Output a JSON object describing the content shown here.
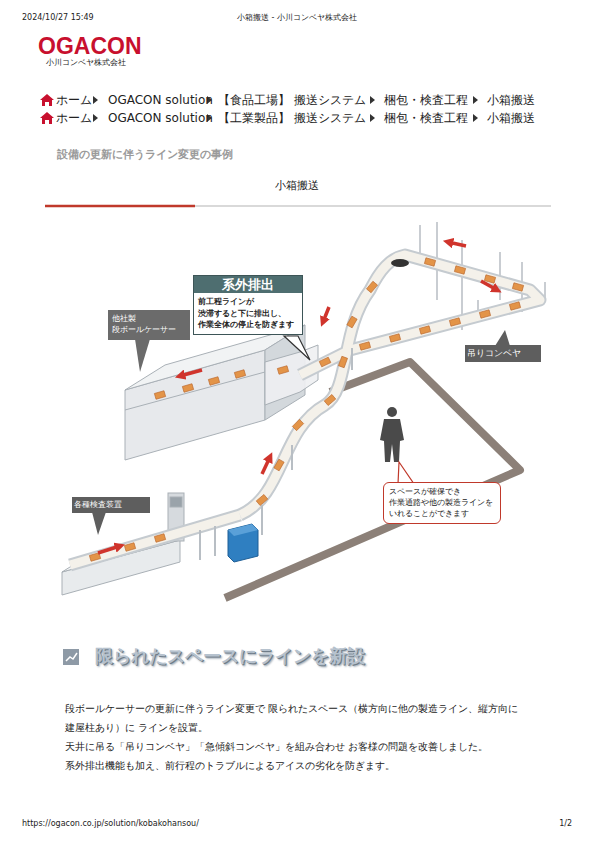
{
  "diagram": {
    "title": "小箱搬送",
    "nodes": [
      {
        "text": [
          "系外排出",
          "前工程ラインが 渋滞すると下に排出し、 作業全体の停止を防ぎます"
        ]
      },
      {
        "text": [
          "他社製 段ボールケーサー"
        ]
      },
      {
        "text": [
          "吊りコンベヤ"
        ]
      },
      {
        "text": [
          "スペースが確保でき 作業通路や他の製造ラインを いれることができます"
        ]
      },
      {
        "text": [
          "各種検査装置"
        ]
      }
    ],
    "labels": [
      "2024/10/27 15:49",
      "小箱搬送 - 小川コンベヤ株式会社",
      "OGACON",
      "小川コンベヤ株式会社",
      "ホーム",
      "OGACON solution",
      "【食品工場】 搬送システム",
      "梱包・検査工程",
      "小箱搬送",
      "ホーム",
      "OGACON solution",
      "【工業製品】 搬送システム",
      "梱包・検査工程",
      "小箱搬送",
      "設備の更新に伴うライン変更の事例",
      "限られたスペースにラインを新設",
      "段ボールケーサーの更新に伴うライン変更で 限られたスペース（横方向に他の製造ライン、縦方向に建屋柱あり）に ラインを設置。",
      "天井に吊る「吊りコンベヤ」「急傾斜コンベヤ」を組み合わせ お客様の問題を改善しました。",
      "系外排出機能も加え、前行程のトラブルによるアイスの劣化を防ぎます。",
      "https://ogacon.co.jp/solution/kobakohansou/",
      "1/2"
    ]
  }
}
